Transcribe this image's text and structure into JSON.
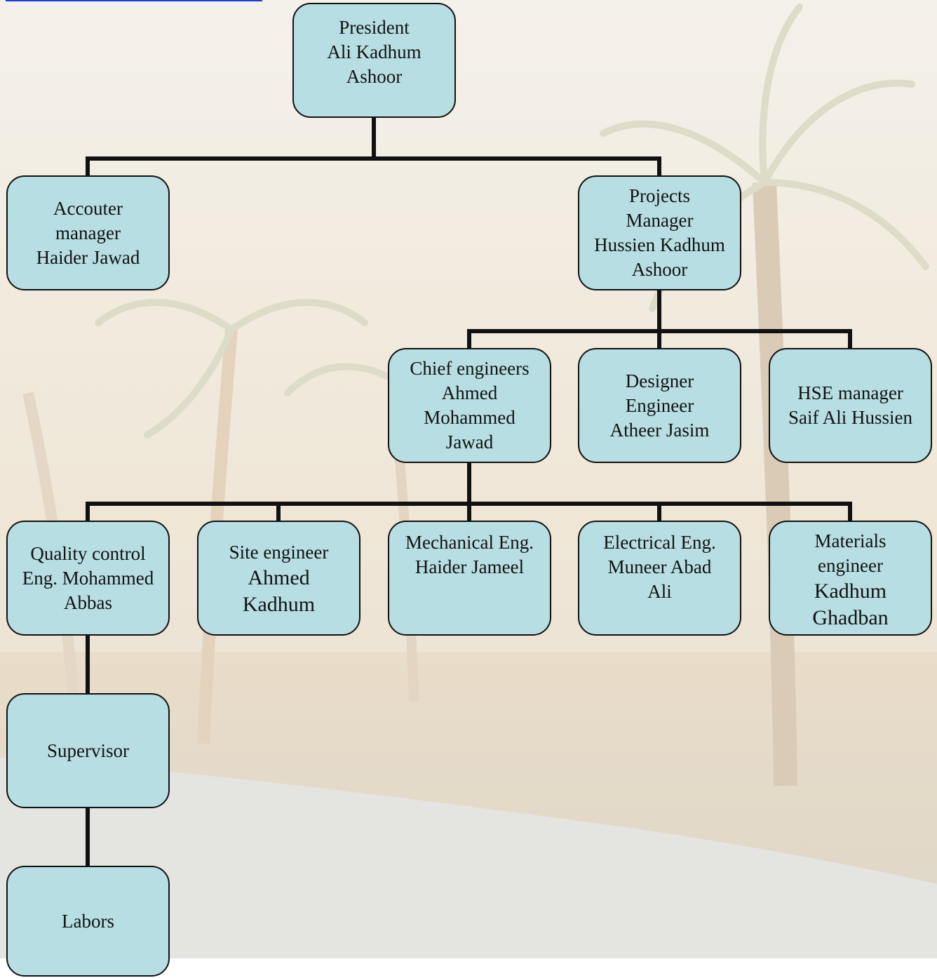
{
  "org_chart": {
    "president": {
      "lines": [
        "President",
        "Ali Kadhum",
        "Ashoor"
      ]
    },
    "accountant": {
      "lines": [
        "Accouter",
        "manager",
        "Haider Jawad"
      ]
    },
    "projects_manager": {
      "lines": [
        "Projects",
        "Manager",
        "Hussien Kadhum",
        "Ashoor"
      ]
    },
    "chief_engineers": {
      "lines": [
        "Chief engineers",
        "Ahmed",
        "Mohammed",
        "Jawad"
      ]
    },
    "designer_engineer": {
      "lines": [
        "Designer",
        "Engineer",
        "Atheer Jasim"
      ]
    },
    "hse_manager": {
      "lines": [
        "HSE manager",
        "Saif Ali Hussien"
      ]
    },
    "quality_control": {
      "lines": [
        "Quality control",
        "Eng. Mohammed",
        "Abbas"
      ]
    },
    "site_engineer": {
      "lines": [
        "Site engineer",
        "Ahmed",
        "Kadhum"
      ]
    },
    "mechanical_eng": {
      "lines": [
        "Mechanical Eng.",
        "Haider Jameel"
      ]
    },
    "electrical_eng": {
      "lines": [
        "Electrical Eng.",
        "Muneer Abad",
        "Ali"
      ]
    },
    "materials_engineer": {
      "lines": [
        "Materials",
        "engineer",
        "Kadhum",
        "Ghadban"
      ]
    },
    "supervisor": {
      "lines": [
        "Supervisor"
      ]
    },
    "labors": {
      "lines": [
        "Labors"
      ]
    }
  },
  "colors": {
    "node_fill": "#b7dfe3",
    "node_border": "#111111",
    "connector": "#111111",
    "link_underline": "#1f3fd6"
  }
}
